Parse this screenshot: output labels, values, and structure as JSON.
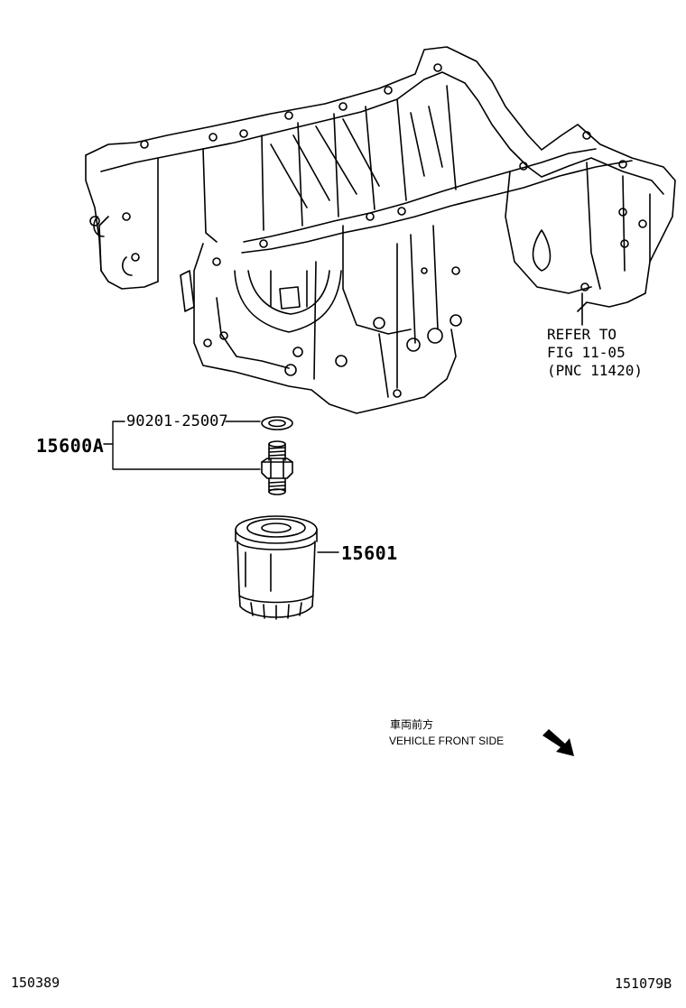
{
  "callouts": {
    "gasket": "90201-25007",
    "union_assembly": "15600A",
    "oil_filter": "15601"
  },
  "reference_note": {
    "line1": "REFER TO",
    "line2": "FIG 11-05",
    "line3": "(PNC 11420)"
  },
  "direction": {
    "japanese": "車両前方",
    "english": "VEHICLE FRONT SIDE",
    "icon": "arrow-down-right-icon"
  },
  "footer": {
    "left_code": "150389",
    "right_code": "151079B"
  }
}
